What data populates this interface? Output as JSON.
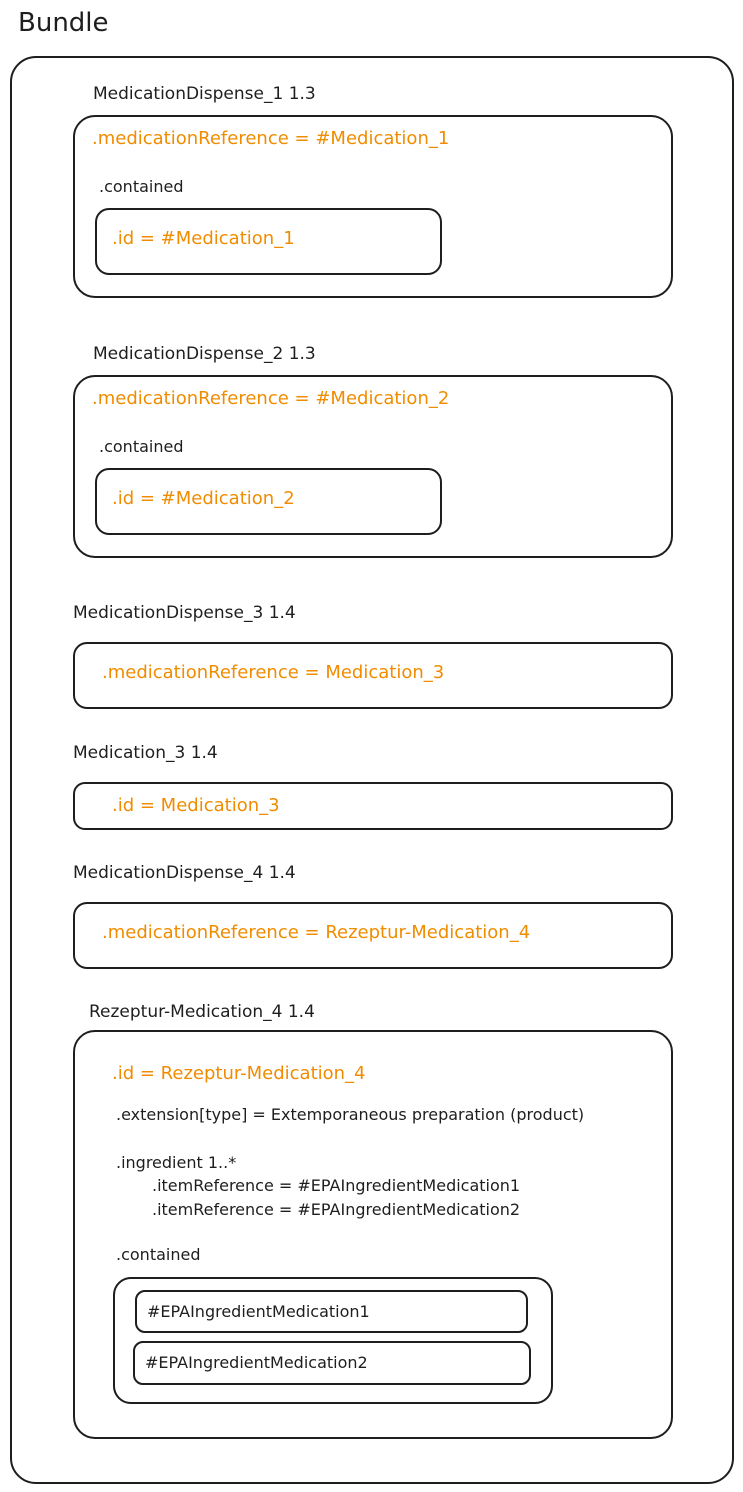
{
  "title": "Bundle",
  "md1": {
    "label": "MedicationDispense_1 1.3",
    "reference": ".medicationReference = #Medication_1",
    "contained": ".contained",
    "id": ".id = #Medication_1"
  },
  "md2": {
    "label": "MedicationDispense_2 1.3",
    "reference": ".medicationReference = #Medication_2",
    "contained": ".contained",
    "id": ".id = #Medication_2"
  },
  "md3": {
    "label": "MedicationDispense_3 1.4",
    "reference": ".medicationReference = Medication_3"
  },
  "med3": {
    "label": "Medication_3 1.4",
    "id": ".id = Medication_3"
  },
  "md4": {
    "label": "MedicationDispense_4 1.4",
    "reference": ".medicationReference = Rezeptur-Medication_4"
  },
  "rez4": {
    "label": "Rezeptur-Medication_4 1.4",
    "id": ".id = Rezeptur-Medication_4",
    "extension": ".extension[type] = Extemporaneous preparation (product)",
    "ingredient": ".ingredient 1..*",
    "item_refs": [
      ".itemReference = #EPAIngredientMedication1",
      ".itemReference = #EPAIngredientMedication2"
    ],
    "contained": ".contained",
    "contained_items": [
      "#EPAIngredientMedication1",
      "#EPAIngredientMedication2"
    ]
  },
  "colors": {
    "accent": "#f08c00",
    "stroke": "#1e1e1e"
  }
}
